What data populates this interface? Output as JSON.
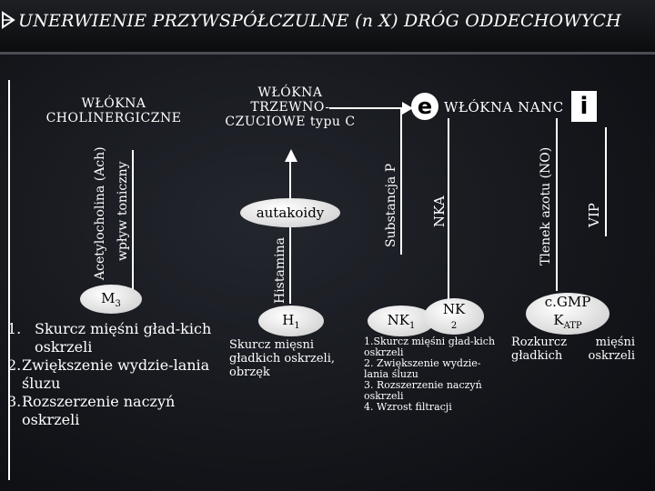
{
  "header": {
    "title": "UNERWIENIE PRZYWSPÓŁCZULNE (n X) DRÓG ODDECHOWYCH"
  },
  "left": {
    "heading": "WŁÓKNA CHOLINERGICZNE",
    "vertical_ach": "Acetylocholina (Ach)",
    "vertical_tone": "wpływ toniczny",
    "receptor": "M3",
    "receptor_base": "M",
    "receptor_sub": "3",
    "effects": [
      "Skurcz mięśni gład-kich oskrzeli",
      "Zwiększenie wydzie-lania śluzu",
      "Rozszerzenie naczyń oskrzeli"
    ]
  },
  "middle": {
    "heading": "WŁÓKNA TRZEWNO-CZUCIOWE typu C",
    "autacoids": "autakoidy",
    "vertical_histamine": "Histamina",
    "vertical_substance_p": "Substancja P",
    "vertical_nka": "NKA",
    "receptor_h_base": "H",
    "receptor_h_sub": "1",
    "h_effect": "Skurcz mięsni gładkich oskrzeli, obrzęk",
    "receptor_nk1_base": "NK",
    "receptor_nk1_sub": "1",
    "receptor_nk2_base": "NK",
    "receptor_nk2_sub": "2",
    "nk_effects": [
      "1.Skurcz mięśni gład-kich oskrzeli",
      "2. Zwiększenie wydzie-lania śluzu",
      "3. Rozszerzenie naczyń oskrzeli",
      "4. Wzrost filtracji"
    ]
  },
  "right": {
    "letter_e": "e",
    "heading": "WŁÓKNA NANC",
    "letter_i": "i",
    "vertical_no": "Tlenek azotu (NO)",
    "vertical_vip": "VIP",
    "receptor_cgmp": "c.GMP",
    "receptor_katp_base": "K",
    "receptor_katp_sub": "ATP",
    "effect": "Rozkurcz mięśni gładkich oskrzeli"
  },
  "colors": {
    "background": "#14161b",
    "text": "#ffffff",
    "oval": "#e0e0e0"
  }
}
